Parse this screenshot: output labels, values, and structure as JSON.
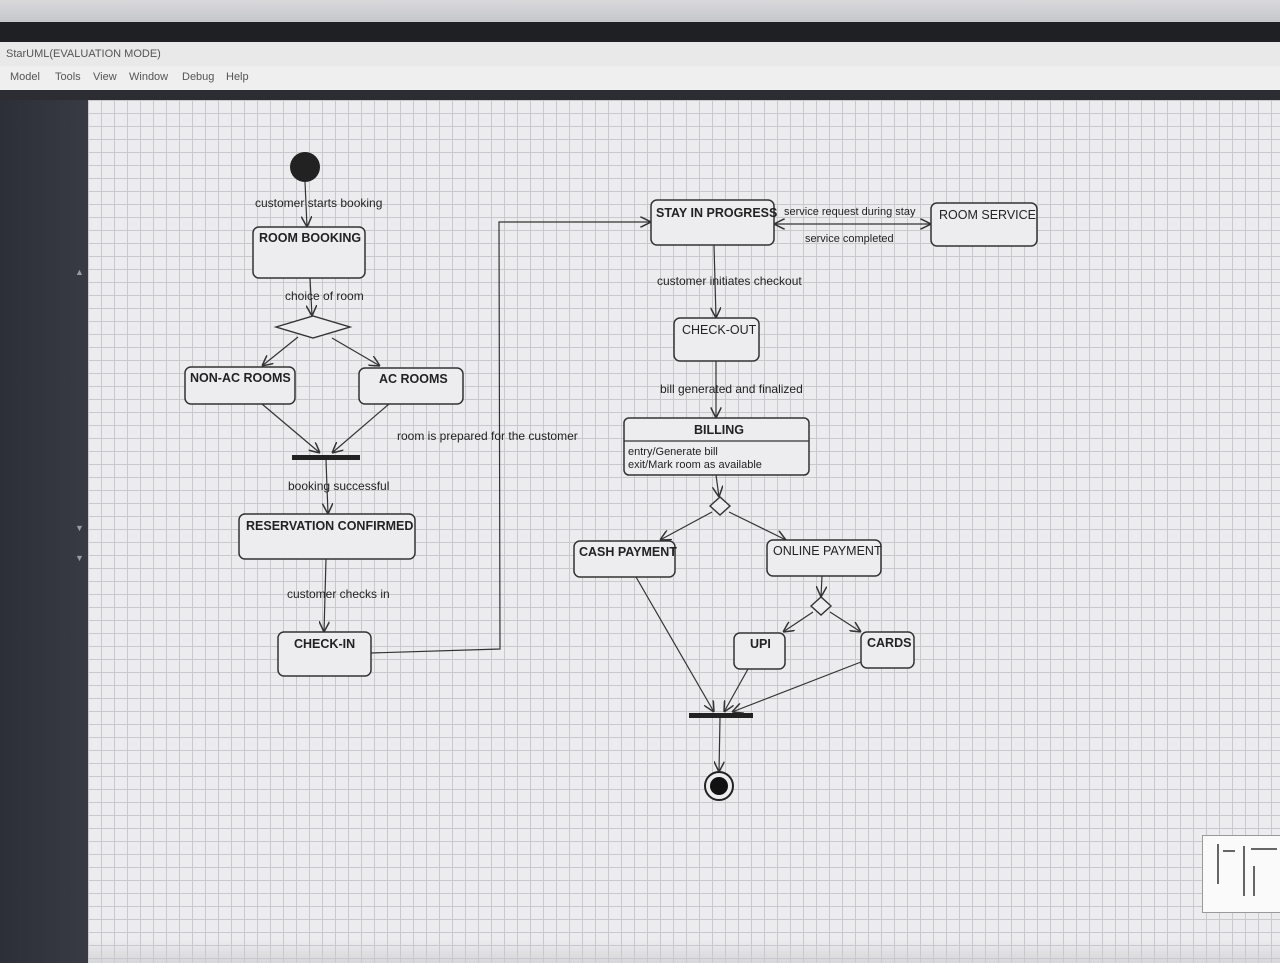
{
  "window": {
    "title": "StarUML(EVALUATION MODE)"
  },
  "menu": [
    "Model",
    "Tools",
    "View",
    "Window",
    "Debug",
    "Help"
  ],
  "diagram": {
    "states": {
      "room_booking": "ROOM BOOKING",
      "non_ac_rooms": "NON-AC ROOMS",
      "ac_rooms": "AC ROOMS",
      "reservation_confirmed": "RESERVATION CONFIRMED",
      "check_in": "CHECK-IN",
      "stay_in_progress": "STAY IN PROGRESS",
      "room_service": "ROOM SERVICE",
      "check_out": "CHECK-OUT",
      "billing": "BILLING",
      "billing_entry": "entry/Generate bill",
      "billing_exit": "exit/Mark room as available",
      "cash_payment": "CASH PAYMENT",
      "online_payment": "ONLINE PAYMENT",
      "upi": "UPI",
      "cards": "CARDS"
    },
    "transitions": {
      "customer_starts_booking": "customer starts booking",
      "choice_of_room": "choice of room",
      "room_prepared": "room is prepared for the customer",
      "booking_successful": "booking successful",
      "customer_checks_in": "customer checks in",
      "service_request": "service request during stay",
      "service_completed": "service completed",
      "customer_initiates_checkout": "customer initiates checkout",
      "bill_generated": "bill generated and finalized"
    }
  }
}
